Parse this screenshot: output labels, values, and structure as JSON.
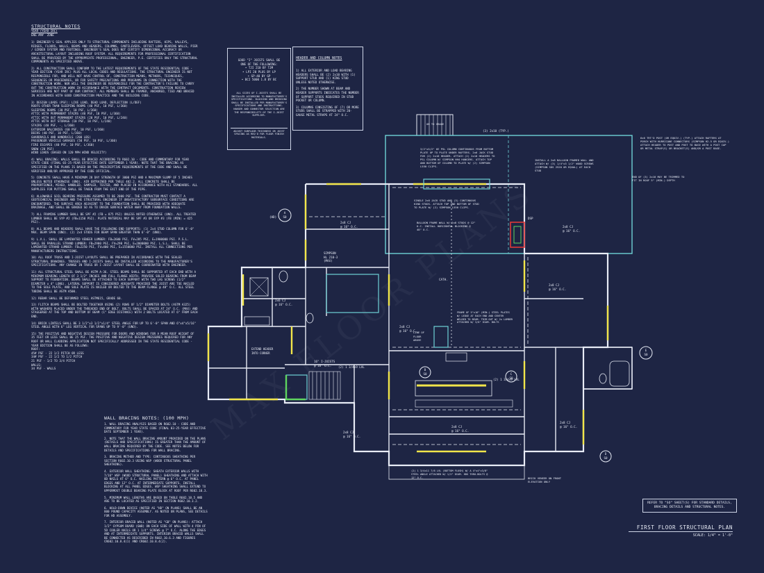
{
  "structural_notes": {
    "title": "STRUCTURAL NOTES",
    "code_line": "YEAR (YEAR IRC)",
    "sub_line": "ENG ###  ZONE",
    "paragraphs": [
      "1) ENGINEER'S SEAL APPLIES ONLY TO STRUCTURAL COMPONENTS INCLUDING RAFTERS, HIPS, VALLEYS, RIDGES, FLOORS, WALLS, BEAMS AND HEADERS, COLUMNS, CANTILEVERS, OFFSET LOAD BEARING WALLS, PIER / GIRDER SYSTEM AND FOOTINGS. ENGINEER'S SEAL DOES NOT CERTIFY DIMENSIONAL ACCURACY OR ARCHITECTURAL LAYOUT INCLUDING ROOF SYSTEM. ALL REQUIREMENTS FOR PROFESSIONAL CERTIFICATION SHALL BE PROVIDED BY THE APPROPRIATE PROFESSIONAL, ENGINEER, P.E. CERTIFIES ONLY THE STRUCTURAL COMPONENTS AS SPECIFIED ABOVE.",
      "2) ALL CONSTRUCTION SHALL CONFORM TO THE LATEST REQUIREMENTS OF THE STATE RESIDENTIAL CODE - YEAR EDITION (YEAR IRC) PLUS ALL LOCAL CODES AND REGULATIONS. THE STRUCTURAL ENGINEER IS NOT RESPONSIBLE FOR, AND WILL NOT HAVE CONTROL OF, CONSTRUCTION MEANS, METHODS, TECHNIQUES, SEQUENCES OR PROCEDURES, OR FOR SAFETY PRECAUTIONS AND PROGRAMS IN CONNECTION WITH THE CONSTRUCTION WORK. NOR WILL THE ENGINEER BE RESPONSIBLE FOR THE CONTRACTOR'S FAILURE TO CARRY OUT THE CONSTRUCTION WORK IN ACCORDANCE WITH THE CONTRACT DOCUMENTS. CONSTRUCTION REVIEW SERVICES ARE NOT PART OF OUR CONTRACT. ALL MEMBERS SHALL BE FRAMED, ANCHORED, TIED AND BRACED IN ACCORDANCE WITH GOOD CONSTRUCTION PRACTICE AND THE BUILDING CODE.",
      "3) DESIGN LOADS (PSF): LIVE LOAD, DEAD LOAD, DEFLECTION (L/DEF)\nROOFS OTHER THAN SLEEPING ROOMS (40 PSF, 10 PSF, L/360)\nSLEEPING ROOMS (30 PSF, 10 PSF, L/360)\nATTIC WITH PERMANENT STAIRS (40 PSF, 10 PSF, L/360)\nATTIC WITH OUT PERMANENT STAIRS (20 PSF, 10 PSF, L/240)\nATTIC WITH OUT STORAGE (10 PSF, 10 PSF, L/240)\nSTAIRS (40 PSF, -, L/360)\nEXTERIOR BALCONIES (60 PSF, 10 PSF, L/360)\nDECKS (40 PSF, 10 PSF, L/360)\nGUARDRAILS AND HANDRAILS (200 LBS)\nPASSENGER VEHICLE GARAGES (50 PSF, 10 PSF, L/360)\nFIRE ESCAPES (40 PSF, 10 PSF, L/360)\nSNOW (20 PSF)\nWIND LOADS (BASED ON 120 MPH WIND VELOCITY)",
      "4) WALL BRACING: WALLS SHALL BE BRACED ACCORDING TO R602.10 - CODE AND COMMENTARY FOR YEAR STATE CODE (FINAL 03-25-YEAR EFFECTIVE DATE SEPTEMBER 1 YEAR). NOTE THAT THE BRACING AS SPECIFIED ON THE PLANS IS BASED ON THE PRESCRIPTIVE REQUIREMENTS OF THE CODE AND SHALL BE VERIFIED AND/OR APPROVED BY THE CODE OFFICIAL.",
      "5) CONCRETE SHALL HAVE A MINIMUM 28 DAY STRENGTH OF 3000 PSI AND A MAXIMUM SLUMP OF 5 INCHES UNLESS NOTED OTHERWISE (UNO). AIR ENTRAINED PER TABLE 402.2. ALL CONCRETE SHALL BE PROPORTIONED, MIXED, HANDLED, SAMPLED, TESTED, AND PLACED IN ACCORDANCE WITH ACI STANDARDS. ALL SUPPLIES FOR PUTTING SHALL BE TAKEN FROM THE EXIT END OF THE PIPE.",
      "6) ALLOWABLE SOIL BEARING PRESSURE ASSUMED TO BE 2000 PSF. THE CONTRACTOR MUST CONTACT A GEOTECHNICAL ENGINEER AND THE STRUCTURAL ENGINEER IF UNSATISFACTORY SUBSURFACE CONDITIONS ARE ENCOUNTERED. THE SURFACE AREA ADJACENT TO THE FOUNDATION SHALL BE PROVIDED WITH ADEQUATE DRAINAGE, AND SHALL BE GRADED SO AS TO DRAIN SURFACE WATER AWAY FROM FOUNDATION WALLS.",
      "7) ALL FRAMING LUMBER SHALL BE SPF #2 (FB = 875 PSI) UNLESS NOTED OTHERWISE (UNO). ALL TREATED LUMBER SHALL BE SYP #2 (FB=1150 PSI). PLATE MATERIAL MAY BE SPF #3 OR SYP #3 (FB (MIN) = 425 PSI).",
      "8) ALL BEAMS AND HEADERS SHALL HAVE THE FOLLOWING END SUPPORTS: (1) 2x4 STUD COLUMN FOR 6'-0\" MAX. BEAM SPAN (UNO). (2) 2x4 STUDS FOR BEAM SPAN GREATER THAN 6'-0\" (UNO).",
      "9) L.V.L. SHALL BE LAMINATED VENEER LUMBER: FB=2600 PSI, FV=285 PSI, E=1900000 PSI. P.S.L. SHALL BE PARALLEL STRAND LUMBER: FB=2900 PSI, FV=290 PSI, E=2000000 PSI. L.S.L. SHALL BE LAMINATED STRAND LUMBER: FB=2250 PSI, FV=400 PSI, E=1550000 PSI. INSTALL ALL CONNECTIONS PER MANUFACTURERS INSTRUCTIONS.",
      "10) ALL ROOF TRUSS AND I-JOIST LAYOUTS SHALL BE PREPARED IN ACCORDANCE WITH THE SEALED STRUCTURAL DRAWINGS. TRUSSES AND I-JOISTS SHALL BE INSTALLED ACCORDING TO THE MANUFACTURER'S SPECIFICATIONS. ANY CHANGE IN TRUSS OR I-JOIST LAYOUT SHALL BE COORDINATED WITH ENGINEER.",
      "11) ALL STRUCTURAL STEEL SHALL BE ASTM A-36. STEEL BEAMS SHALL BE SUPPORTED AT EACH END WITH A MINIMUM BEARING LENGTH OF 3 1/2\" INCHES AND FULL FLANGE WIDTH. PROVIDE SOLID BEARING FROM BEAM SUPPORT TO FOUNDATION. BEAMS SHALL BE ATTACHED TO EACH SUPPORT WITH TWO LAG SCREWS (1/2\" DIAMETER x 4\" LONG). LATERAL SUPPORT IS CONSIDERED ADEQUATE PROVIDED THE JOIST ARE TOE NAILED TO THE SOLE PLATE, AND SOLE PLATE IS NAILED OR BOLTED TO THE BEAM FLANGE @ 48\" O.C. ALL STEEL TUBING SHALL BE ASTM A500.",
      "12) REBAR SHALL BE DEFORMED STEEL ASTM615, GRADE 60.",
      "13) FLITCH BEAMS SHALL BE BOLTED TOGETHER USING (2) ROWS OF 1/2\" DIAMETER BOLTS (ASTM A325) WITH WASHERS PLACED UNDER THE THREADED END OF BOLT. BOLTS SHALL BE SPACED AT 24\" O.C. (MAX) AND STAGGERED AT THE TOP AND BOTTOM OF BEAM (1\" EDGE DISTANCE) WITH 2 BOLTS LOCATED AT 6\" FROM EACH END.",
      "14) BRICK LINTELS SHALL BE 3 1/2\"x3 1/2\"x1/4\" STEEL ANGLE FOR UP TO 6'-0\" SPAN AND 6\"x4\"x5/16\" STEEL ANGLE WITH 6\" LEG VERTICAL FOR SPANS UP TO 9'-0\" (UNO).",
      "15) THE POSITIVE AND NEGATIVE DESIGN PRESSURE FOR DOORS AND WINDOWS FOR A MEAN ROOF HEIGHT OF 35 FEET OR LESS SHALL BE 25 PSF. THE POSITIVE AND NEGATIVE DESIGN PRESSURES REQUIRED FOR ANY ROOF OR WALL CLADDING APPLICATION NOT SPECIFICALLY ADDRESSED IN THE STATE RESIDENTIAL CODE - YEAR EDITION SHALL BE AS FOLLOWS:\nROOF:\n45# PSF - 22 1/2 PITCH OR LESS\n34# PSF - 22 1/2 TO 1/2 PITCH\n21 PSF - 1/2 TO 3/4 PITCH\nWALLS:\n34 PSF - WALLS"
    ]
  },
  "joist_box": {
    "lines": [
      "GOOD \"I\" JOISTS SHALL BE",
      "ONE OF THE FOLLOWING:",
      "• TJI 210 BY TJM",
      "• LPI 20 PLUS BY LP",
      "• GP-40 BY GP",
      "• BCI 5000 1.8 BY BC"
    ],
    "note": "ALL SIZES OF I-JOISTS SHALL BE INSTALLED ACCORDING TO MANUFACTURER'S SPECIFICATIONS. BLOCKING AND BRIDGING SHALL BE INSTALLED PER MANUFACTURER'S SPECIFICATIONS AND INSTRUCTIONS. HANGER AND CONNECTOR SELECTION ARE THE RESPONSIBILITY OF THE I-JOIST SUPPLIER.",
    "extra": "ADJUST SUBFLOOR THICKNESS OR JOIST SPACING AS REQ'D FOR FLOOR FINISH MATERIALS."
  },
  "header_box": {
    "title": "HEADER AND COLUMN NOTES",
    "items": [
      "1) ALL EXTERIOR AND LOAD BEARING HEADERS SHALL BE (2) 2x10 WITH (1) SUPPORT STUD AND (1) KING STUD UNLESS NOTED OTHERWISE.",
      "2) THE NUMBER SHOWN AT BEAM AND HEADER SUPPORTS INDICATES THE NUMBER OF SUPPORT STUDS REQUIRED IN STUD POCKET OR COLUMN.",
      "3) COLUMNS CONSISTING OF (7) OR MORE STUDS SHALL BE STRAPPED WITH 20-GAUGE METAL STRAPS AT 24\" O.C."
    ]
  },
  "wall_bracing": {
    "title": "WALL BRACING NOTES: (100 MPH)",
    "items": [
      "1. WALL BRACING ANALYSIS BASED ON R602.10 - CODE AND COMMENTARY FOR YEAR STATE CODE (FINAL 03-25-YEAR EFFECTIVE DATE SEPTEMBER 1 YEAR).",
      "2. NOTE THAT THE WALL BRACING AMOUNT PROVIDED ON THE PLANS (DETAILS AND SPECIFICATIONS) IS GREATER THAN THE AMOUNT OF WALL BRACING REQUIRED BY THE CODE. SEE NOTES BELOW FOR DETAILS AND SPECIFICATIONS FOR WALL BRACING.",
      "3. BRACING METHOD AND TYPE: CONTINUOUS SHEATHING PER SECTION R602.10.3 USING WSP (WOOD STRUCTURAL PANEL SHEATHING).",
      "4. EXTERIOR WALL SHEATHING: SHEATH EXTERIOR WALLS WITH 7/16\" WSP (WOOD STRUCTURAL PANEL) SHEATHING AND ATTACH WITH 8D NAILS AT 6\" O.C. NAILING PATTERN @ 6\" O.C. AT PANEL EDGES AND 12\" O.C. AT INTERMEDIATE SUPPORTS. INSTALL BLOCKING AT ALL PANEL EDGES. WSP SHEATHING SHALL EXTEND TO UPPERMOST DOUBLE BEARING PLATE BLOCK AT ROOF PER R602.10.3.",
      "5. MINIMUM WALL LENGTHS ARE BASED ON TABLE R602.10.5 AND ARE TO BE LOCATED AS SPECIFIED IN SECTION R602.10.3.2.",
      "6. HOLD-DOWN DEVICE (NOTED AS \"HD\" ON PLANS) SHALL BE AN 800 POUND CAPACITY ASSEMBLY. AS NOTED ON PLANS, SEE DETAILS FOR HD ASSEMBLY.",
      "7. INTERIOR BRACED WALL (NOTED AS \"GB\" ON PLANS): ATTACH 1/2\" GYPSUM BOARD (GWB) ON EACH SIDE OF WALL WITH 4 PIN OF 5D COOLER NAILS OR 1 1/4\" SCREWS @ 7\" O.C. ALONG THE EDGES AND AT INTERMEDIATE SUPPORTS. INTERIOR BRACED WALLS SHALL BE CONNECTED AS DESCRIBED IN R602.10.6.3 AND FIGURES CR602.10.8.4(1) AND CR602.10.8.4(2)."
    ]
  },
  "plan_labels": {
    "top_deck": "ON TO GRADE",
    "top_beam": "(3) 2x10 (TYP.)",
    "psl_note": "3/2\"x5/2\" 6E PSL COLUMN CONTINUOUS FROM BOTTOM PLATE UP TO PLATE UNDER RAFTERS. 2x6 JACK STUD FOR (2) 2x10 HEADER. ATTACH (2) 2x10 HEADERS TO PSL COLUMN W/ SIMPSON HH4 HANGERS. ATTACH TOP AND BOTTOM OF COLUMN TO PLATE W/ (2) SIMPSON L550 CLIPS.",
    "balloon_note": "INSTALL A 2x8 BALLOON FRAMED WALL AND ATTACH W/ (3) 1/4\"x3 1/2\" WOOD SCREWS (SIMPSON SDS 2520 OR EQUAL) AT EACH STUD",
    "post_note": "6x6 TRT'D POST (OR EQUIV.) (TYP.) ATTACH RAFTERS AT PORCH WITH HURRICANE CONNECTORS (SIMPSON H2.5 OR EQUIV.) ATTACH HEADER TO POST AND POST TO BASE WITH A POST CAP OR METAL STRAP(S) OR BRACKET(S) AND/OR A POST BASE.",
    "rafter_note": "END OF (3) 2x10 MAY BE TRIMMED TO FIT IN ROOF 5\" (MIN.) DEPTH",
    "single_stud": "SINGLE 2x6 JACK STUD AND (3) CONTINUOUS KING STUDS. ATTACH TOP AND BOTTOM OF STUD TO PLATE W/ (2) SIMPSON L550 CLIPS.",
    "balloon_frame": "BALLOON FRAME WALL W/ 2x8 STUDS @ 12\" O.C. INSTALL HORIZONTAL BLOCKING @ 48\" O.C.",
    "steel_plate": "FRAME OF 5\"x16\" (MIN.) STEEL PLATES W/ LEDGE AT EACH END AND CENTER WELDED TO BEAM. TRIM OUT W/ 2x LUMBER ATTACHED W/ 3/8\" DIAM. BOLTS",
    "extend_header": "EXTEND HEADER INTO CORNER",
    "brick_veneer": "BRICK VENEER ON FRONT ELEVATION ONLY",
    "lvl_note": "(2) 1 3/4x11 7/8 LVL (BOTTOM FLUSH) W/ A 4\"x4\"x3/8\" STEEL ANGLE ATTACHED W/ 1/2\" DIAM. HDG THRU-BOLTS @ 12\" O.C.",
    "cj1": "2x8 CJ\n@ 16\" O.C.",
    "cj2": "2x6 CJ\n@ 16\" O.C.",
    "cj3": "2x8 CJ\n@ 16\" O.C.",
    "cj4": "2x8 CJ\n@ 16\" O.C.",
    "cj5": "2x8 CJ\n@ 16\" O.C.",
    "cj6": "2x8 CJ\n@ 16\" O.C.",
    "cj7": "2x8 CJ\n@ 16\" O.C.",
    "cj8": "2x8 CJ\n@ 16\" O.C.",
    "simpson": "SIMPSON\nHL 210-3\n(MAX)",
    "ijoists": "16\" I-JOISTS\n@ 16\" O.C.",
    "lvl1": "(2) 1 3/4x9 LVL",
    "lvl2": "(2) 1 3/4x9 LVL",
    "dsp": "DSP",
    "cath": "CATH.",
    "line_roof": "LINE OF\nFLOOR\nABOVE",
    "marker_a": "A\nS0",
    "marker_b": "B\nS0",
    "marker_c": "C\nS0",
    "marker_d": "D\nS0",
    "marker_e": "E\nS0",
    "marker_hd": "(HD)"
  },
  "refnote": "REFER TO \"SO\" SHEET(S) FOR STANDARD DETAILS, BRACING DETAILS AND STRUCTURAL NOTES.",
  "title_block": {
    "title": "FIRST FLOOR STRUCTURAL PLAN",
    "scale": "SCALE: 1/4\" = 1'-0\""
  },
  "colors": {
    "background": "#1e2544",
    "lines": "#e8ecf6",
    "teal": "#6fd3d6",
    "yellow": "#f2e64a",
    "green": "#5fd65f",
    "red": "#e03838"
  }
}
